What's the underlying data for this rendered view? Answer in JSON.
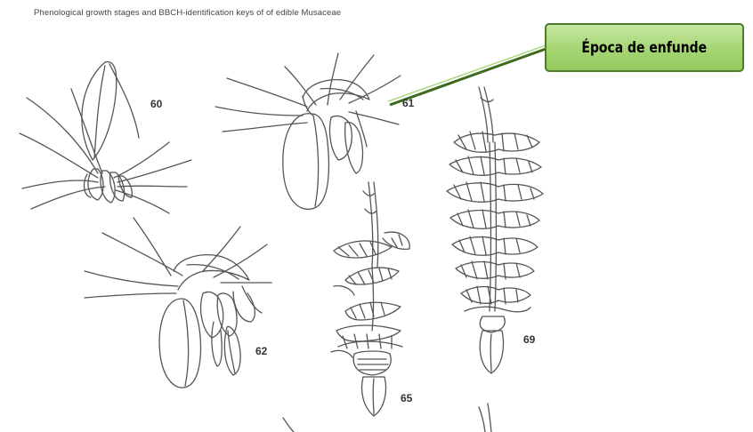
{
  "title": "Phenological growth stages and BBCH-identification keys of of edible Musaceae",
  "callout": {
    "text": "Época de enfunde"
  },
  "stages": [
    "60",
    "61",
    "62",
    "65",
    "69"
  ],
  "colors": {
    "callout_fill": "#a4d572",
    "callout_border": "#4f7a28",
    "ink": "#333333"
  }
}
